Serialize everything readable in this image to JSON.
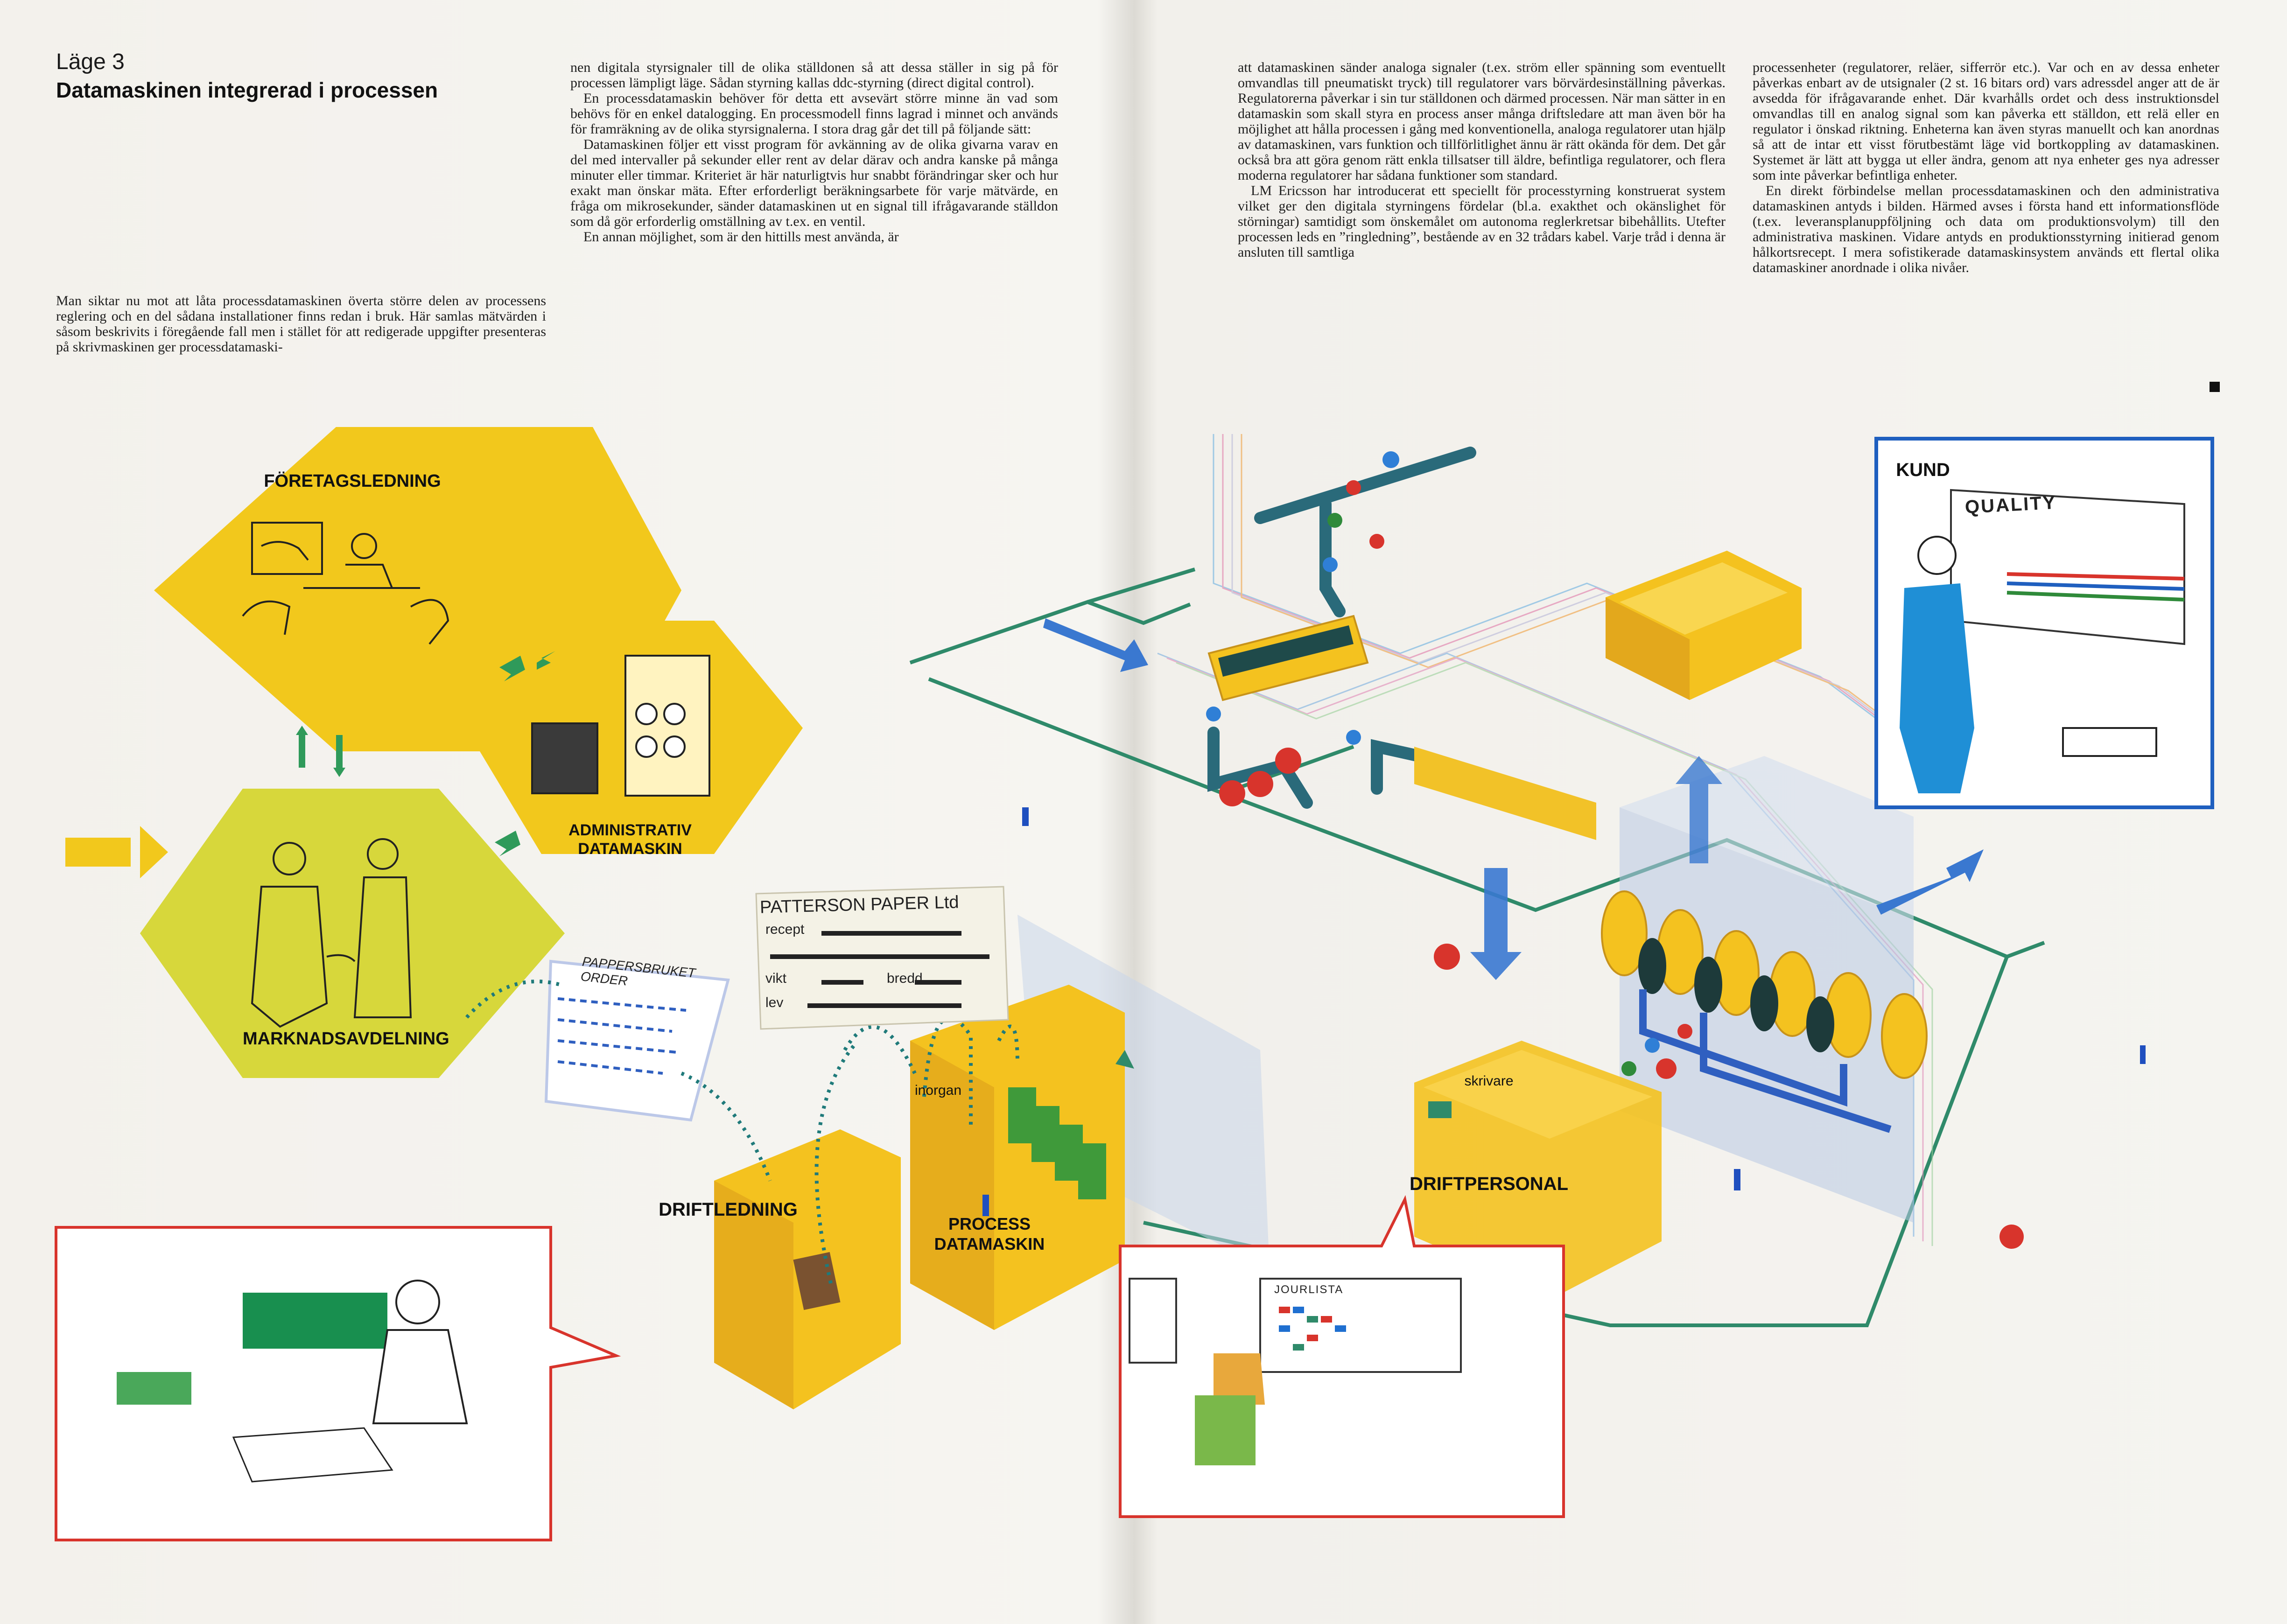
{
  "heading": {
    "label": "Läge 3",
    "title": "Datamaskinen integrerad i processen"
  },
  "columns": [
    {
      "paragraphs": [
        "Man siktar nu mot att låta processdatamaskinen överta större delen av processens reglering och en del sådana installationer finns redan i bruk. Här samlas mätvärden i såsom beskrivits i föregående fall men i stället för att redigerade uppgifter presenteras på skrivmaskinen ger processdatamaski-"
      ]
    },
    {
      "paragraphs": [
        "nen digitala styrsignaler till de olika ställdonen så att dessa ställer in sig på för processen lämpligt läge. Sådan styrning kallas ddc-styrning (direct digital control).",
        "En processdatamaskin behöver för detta ett avsevärt större minne än vad som behövs för en enkel datalogging. En processmodell finns lagrad i minnet och används för framräkning av de olika styrsignalerna. I stora drag går det till på följande sätt:",
        "Datamaskinen följer ett visst program för avkänning av de olika givarna varav en del med intervaller på sekunder eller rent av delar därav och andra kanske på många minuter eller timmar. Kriteriet är här naturligtvis hur snabbt förändringar sker och hur exakt man önskar mäta. Efter erforderligt beräkningsarbete för varje mätvärde, en fråga om mikrosekunder, sänder datamaskinen ut en signal till ifrågavarande ställdon som då gör erforderlig omställning av t.ex. en ventil.",
        "En annan möjlighet, som är den hittills mest använda, är"
      ]
    },
    {
      "paragraphs": [
        "att datamaskinen sänder analoga signaler (t.ex. ström eller spänning som eventuellt omvandlas till pneumatiskt tryck) till regulatorer vars börvärdesinställning påverkas. Regulatorerna påverkar i sin tur ställdonen och därmed processen. När man sätter in en datamaskin som skall styra en process anser många driftsledare att man även bör ha möjlighet att hålla processen i gång med konventionella, analoga regulatorer utan hjälp av datamaskinen, vars funktion och tillförlitlighet ännu är rätt okända för dem. Det går också bra att göra genom rätt enkla tillsatser till äldre, befintliga regulatorer, och flera moderna regulatorer har sådana funktioner som standard.",
        "LM Ericsson har introducerat ett speciellt för processtyrning konstruerat system vilket ger den digitala styrningens fördelar (bl.a. exakthet och okänslighet för störningar) samtidigt som önskemålet om autonoma reglerkretsar bibehållits. Utefter processen leds en ”ringledning”, bestående av en 32 trådars kabel. Varje tråd i denna är ansluten till samtliga"
      ]
    },
    {
      "paragraphs": [
        "processenheter (regulatorer, reläer, sifferrör etc.). Var och en av dessa enheter påverkas enbart av de utsignaler (2 st. 16 bitars ord) vars adressdel anger att de är avsedda för ifrågavarande enhet. Där kvarhålls ordet och dess instruktionsdel omvandlas till en analog signal som kan påverka ett ställdon, ett relä eller en regulator i önskad riktning. Enheterna kan även styras manuellt och kan anordnas så att de intar ett visst förutbestämt läge vid bortkoppling av datamaskinen. Systemet är lätt att bygga ut eller ändra, genom att nya enheter ges nya adresser som inte påverkar befintliga enheter.",
        "En direkt förbindelse mellan processdatamaskinen och den administrativa datamaskinen antyds i bilden. Härmed avses i första hand ett informationsflöde (t.ex. leveransplanuppföljning och data om produktionsvolym) till den administrativa maskinen. Vidare antyds en produktionsstyrning initierad genom hålkortsrecept. I mera sofistikerade datamaskinsystem används ett flertal olika datamaskiner anordnade i olika nivåer."
      ]
    }
  ],
  "diagram": {
    "labels": {
      "management": "FÖRETAGSLEDNING",
      "admin_computer_line1": "ADMINISTRATIV",
      "admin_computer_line2": "DATAMASKIN",
      "marketing": "MARKNADSAVDELNING",
      "operations_management": "DRIFTLEDNING",
      "input": "inorgan",
      "process_computer_line1": "PROCESS",
      "process_computer_line2": "DATAMASKIN",
      "printer": "skrivare",
      "operating_staff": "DRIFTPERSONAL",
      "customer": "KUND"
    },
    "order_card": {
      "company": "PATTERSON PAPER Ltd",
      "field_recipe": "recept",
      "field_weight": "vikt",
      "field_width": "bredd",
      "field_delivery": "lev"
    },
    "handwritten": {
      "order_title": "PAPPERSBRUKET ORDER",
      "chart_title": "QUALITY",
      "log_title": "JOURLISTA"
    },
    "colors": {
      "hex_yellow": "#f2c81c",
      "hex_lime": "#d9d93a",
      "box_yellow": "#f4c21f",
      "process_blue": "#3a6fc4",
      "line_green": "#2f8a6a",
      "callout_red": "#d8342c",
      "customer_blue": "#1f8fd6"
    }
  }
}
